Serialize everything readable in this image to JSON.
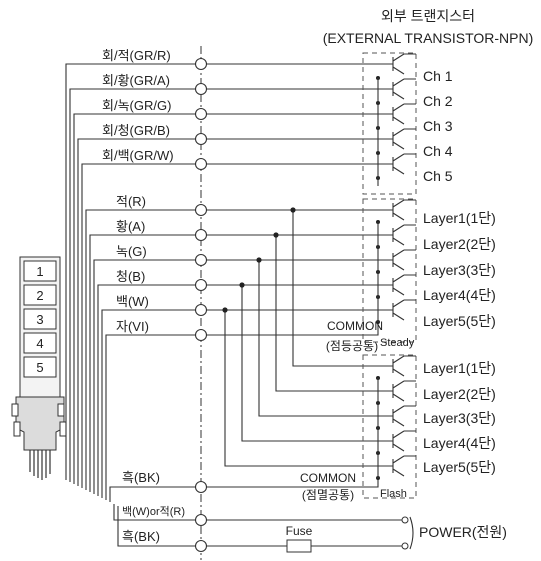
{
  "header": {
    "title_ko": "외부 트랜지스터",
    "title_en": "(EXTERNAL TRANSISTOR-NPN)"
  },
  "wires": [
    "회/적(GR/R)",
    "회/황(GR/A)",
    "회/녹(GR/G)",
    "회/청(GR/B)",
    "회/백(GR/W)",
    "적(R)",
    "황(A)",
    "녹(G)",
    "청(B)",
    "백(W)",
    "자(VI)",
    "흑(BK)",
    "백(W)or적(R)",
    "흑(BK)"
  ],
  "channels": [
    "Ch 1",
    "Ch 2",
    "Ch 3",
    "Ch 4",
    "Ch 5"
  ],
  "steady_layers": [
    "Layer1(1단)",
    "Layer2(2단)",
    "Layer3(3단)",
    "Layer4(4단)",
    "Layer5(5단)"
  ],
  "flash_layers": [
    "Layer1(1단)",
    "Layer2(2단)",
    "Layer3(3단)",
    "Layer4(4단)",
    "Layer5(5단)"
  ],
  "steady_label": "Steady",
  "flash_label": "Flash",
  "common_steady": {
    "title": "COMMON",
    "subtitle": "(점등공통)"
  },
  "common_flash": {
    "title": "COMMON",
    "subtitle": "(점멸공통)"
  },
  "tower_layers": [
    "1",
    "2",
    "3",
    "4",
    "5"
  ],
  "fuse_label": "Fuse",
  "power_label": "POWER(전원)"
}
